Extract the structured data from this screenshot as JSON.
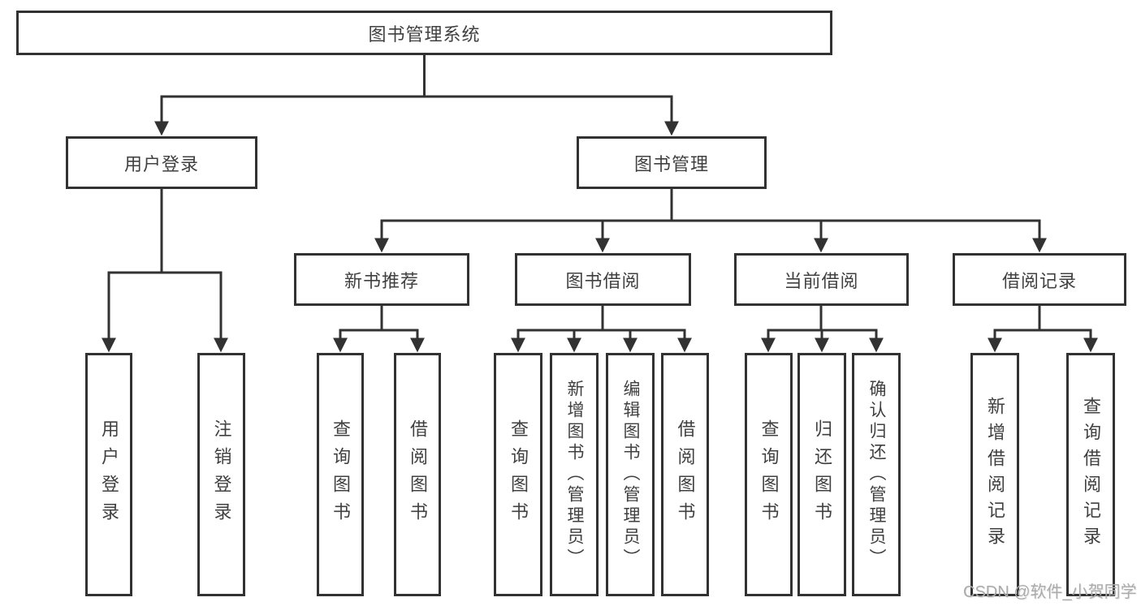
{
  "diagram": {
    "type": "hierarchy-tree",
    "line_color": "#323232",
    "text_color": "#404040",
    "background_color": "#ffffff",
    "tree": {
      "label": "图书管理系统",
      "children": [
        {
          "label": "用户登录",
          "children": [
            {
              "label": "用户登录"
            },
            {
              "label": "注销登录"
            }
          ]
        },
        {
          "label": "图书管理",
          "children": [
            {
              "label": "新书推荐",
              "children": [
                {
                  "label": "查询图书"
                },
                {
                  "label": "借阅图书"
                }
              ]
            },
            {
              "label": "图书借阅",
              "children": [
                {
                  "label": "查询图书"
                },
                {
                  "label": "新增图书（管理员）"
                },
                {
                  "label": "编辑图书（管理员）"
                },
                {
                  "label": "借阅图书"
                }
              ]
            },
            {
              "label": "当前借阅",
              "children": [
                {
                  "label": "查询图书"
                },
                {
                  "label": "归还图书"
                },
                {
                  "label": "确认归还（管理员）"
                }
              ]
            },
            {
              "label": "借阅记录",
              "children": [
                {
                  "label": "新增借阅记录"
                },
                {
                  "label": "查询借阅记录"
                }
              ]
            }
          ]
        }
      ]
    }
  },
  "watermark": {
    "text": "CSDN @软件_小贺同学",
    "color": "#ababab"
  }
}
